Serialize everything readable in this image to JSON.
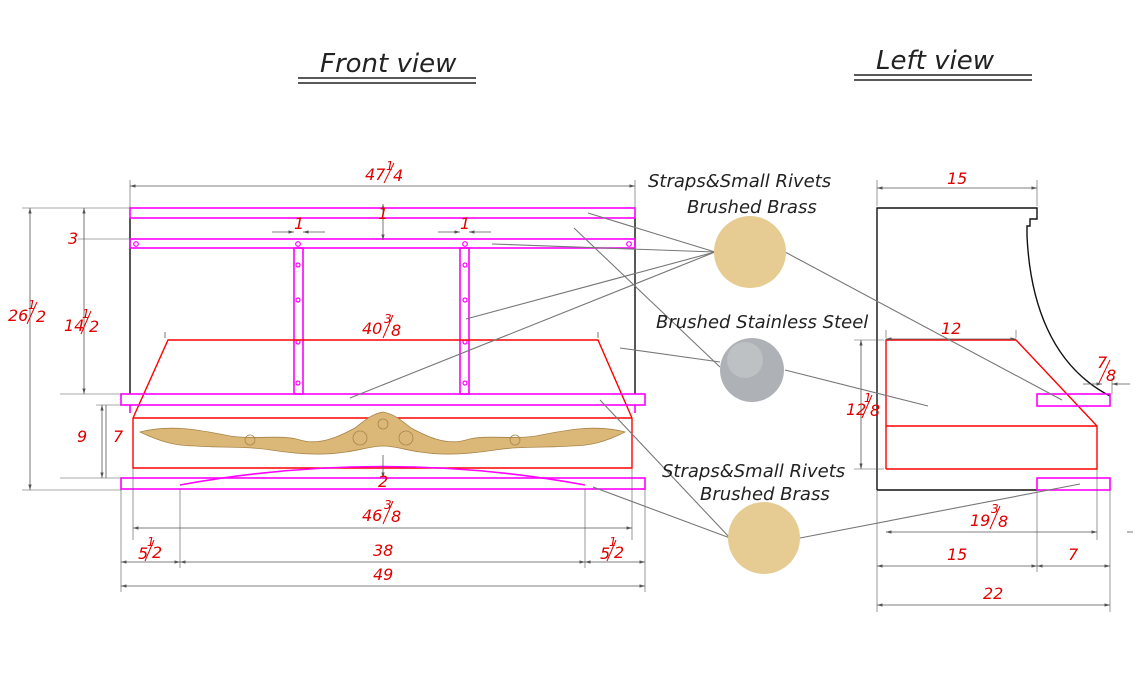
{
  "titles": {
    "front": "Front view",
    "left": "Left view"
  },
  "labels": {
    "straps_top_1": "Straps&Small Rivets",
    "straps_top_2": "Brushed Brass",
    "steel": "Brushed Stainless Steel",
    "straps_bot_1": "Straps&Small Rivets",
    "straps_bot_2": "Brushed Brass"
  },
  "swatches": {
    "brass": "#e6cc93",
    "steel": "#aeb2b6"
  },
  "colors": {
    "dimension_text": "#e00000",
    "straps_outline": "#ff00ff",
    "hood_outline": "#ff0000",
    "carving": "#d8b274"
  },
  "front_dims": {
    "w_top_a": "47",
    "w_top_b": "1",
    "w_top_c": "4",
    "top_band": "1",
    "strap_left": "1",
    "strap_right": "1",
    "h3": "3",
    "h_total_a": "26",
    "h_total_b": "1",
    "h_total_c": "2",
    "h_upper_a": "14",
    "h_upper_b": "1",
    "h_upper_c": "2",
    "hood_top_a": "40",
    "hood_top_b": "3",
    "hood_top_c": "8",
    "h9": "9",
    "h7": "7",
    "bottom_gap": "2",
    "w_mid_a": "46",
    "w_mid_b": "3",
    "w_mid_c": "8",
    "left_off_b": "5",
    "left_off_a": "1",
    "left_off_c": "2",
    "inner": "38",
    "right_off_b": "5",
    "right_off_a": "1",
    "right_off_c": "2",
    "w_total": "49"
  },
  "left_dims": {
    "top_depth": "15",
    "hood_depth": "12",
    "overhang_a": "7",
    "overhang_b": "8",
    "h_a": "12",
    "h_b": "1",
    "h_c": "8",
    "d_a": "19",
    "d_b": "3",
    "d_c": "8",
    "d15": "15",
    "d7": "7",
    "d_total": "22"
  }
}
